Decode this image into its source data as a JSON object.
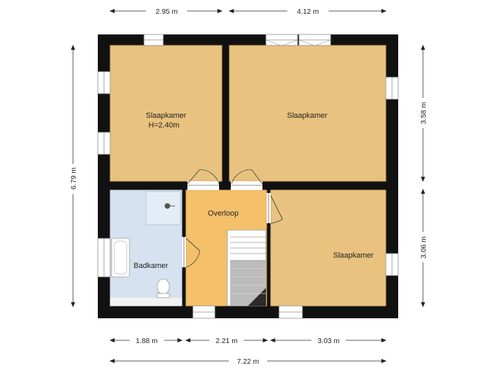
{
  "colors": {
    "wall": "#111111",
    "bedroom": "#e8c27e",
    "bedroom_stroke": "#d2a864",
    "bathroom": "#d6e2ef",
    "bathroom_stroke": "#b8c8da",
    "landing": "#f4c06a",
    "landing_stroke": "#dea650",
    "stair_light": "#ffffff",
    "stair_dark": "#bcbcbc",
    "dimension_line": "#222222"
  },
  "rooms": {
    "bedroom_1": {
      "name": "Slaapkamer",
      "height": "H=2.40m"
    },
    "bedroom_2": {
      "name": "Slaapkamer"
    },
    "bedroom_3": {
      "name": "Slaapkamer"
    },
    "bathroom": {
      "name": "Badkamer"
    },
    "landing": {
      "name": "Overloop"
    }
  },
  "dimensions": {
    "top_left": "2.95 m",
    "top_right": "4.12 m",
    "left_total": "6.79 m",
    "right_upper": "3.58 m",
    "right_lower": "3.06 m",
    "bottom_1": "1.88 m",
    "bottom_2": "2.21 m",
    "bottom_3": "3.03 m",
    "bottom_total": "7.22 m"
  }
}
